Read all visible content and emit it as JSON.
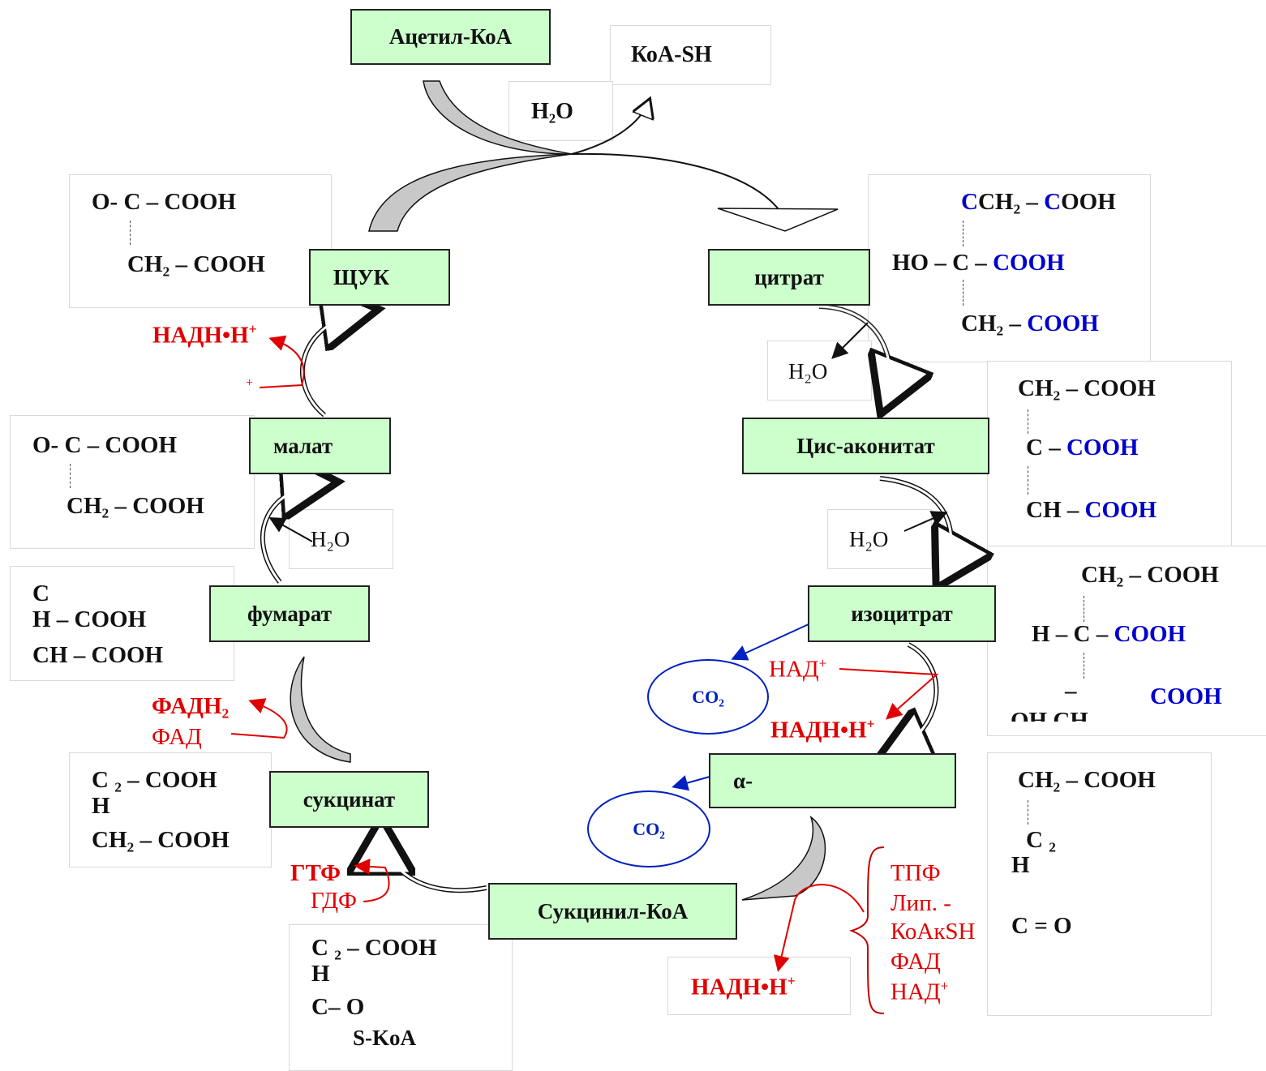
{
  "metabolites": {
    "acetyl_coa": "Ацетил-КоА",
    "koa_sh": "КоА-SH",
    "h2o": "H₂O",
    "oxaloacetate": "ЩУК",
    "citrate": "цитрат",
    "cis_aconitate": "Цис-аконитат",
    "isocitrate": "изоцитрат",
    "alpha_kg": "α-",
    "succinyl_coa": "Сукцинил-КоА",
    "succinate": "сукцинат",
    "fumarate": "фумарат",
    "malate": "малат"
  },
  "cofactors": {
    "nadh_h": "НАДН•Н",
    "plus": "+",
    "nad": "НАД",
    "fadh2": "ФАДН₂",
    "fad": "ФАД",
    "gtp": "ГТФ",
    "gdp": "ГДФ",
    "co2": "CO₂",
    "enzyme_tpf": "ТПФ",
    "enzyme_lip": "Лип.  -",
    "enzyme_koa": "КоАкSН",
    "enzyme_fad": "ФАД",
    "enzyme_nad": "НАД"
  },
  "formulas": {
    "cooh": "COOH",
    "ch2_cooh": "CH₂ – COOH",
    "ch2": "CH₂",
    "dash_c": "–",
    "o_c_cooh": "O-  C – COOH",
    "c_cooh": "C – ",
    "ch_cooh_blue": "CH – ",
    "ho_c": "HO – C – ",
    "h_c": "H – C – ",
    "c": "C",
    "h": "H",
    "h_cooh": "H – COOH",
    "ch_cooh": "CH – COOH",
    "c_2_cooh": "C    ₂ – COOH",
    "c_2": "C    ₂",
    "c_eq_o": "C = O",
    "c_o": "C– O",
    "s_koa": "S-KoA",
    "oh_ch": "OH  CH",
    "minus": "–"
  },
  "colors": {
    "box_fill": "#ccffcc",
    "red": "#e00000",
    "blue": "#0000cc",
    "arrow_gray": "#c8c8c8"
  }
}
